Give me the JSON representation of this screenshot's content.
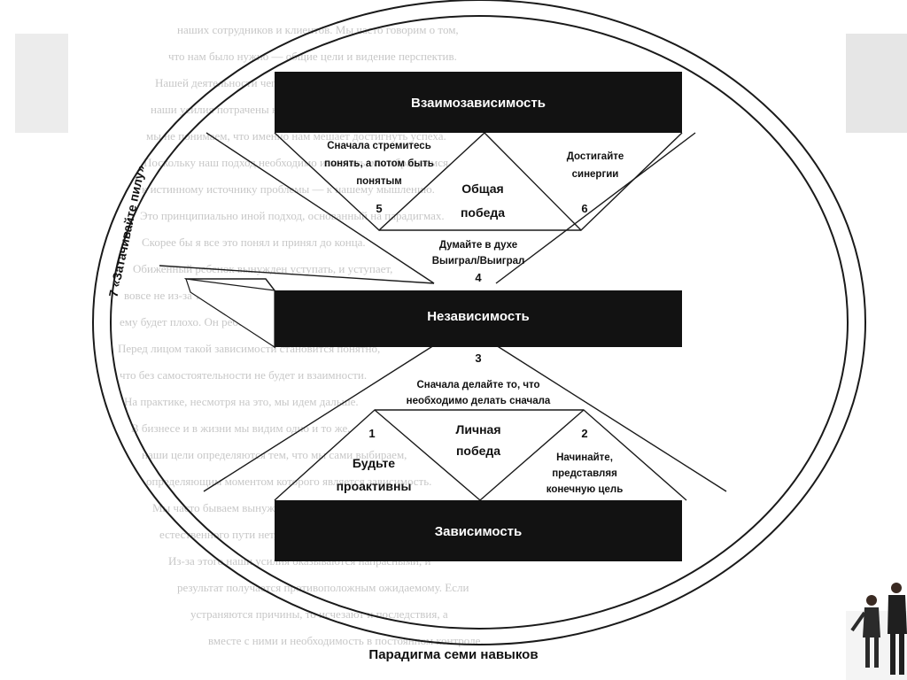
{
  "diagram": {
    "caption": "Парадигма семи навыков",
    "bars": {
      "interdependence": "Взаимозависимость",
      "independence": "Независимость",
      "dependence": "Зависимость"
    },
    "victories": {
      "public": [
        "Общая",
        "победа"
      ],
      "private": [
        "Личная",
        "победа"
      ]
    },
    "habits": {
      "h1": {
        "num": "1",
        "text": [
          "Будьте",
          "проактивны"
        ]
      },
      "h2": {
        "num": "2",
        "text": [
          "Начинайте,",
          "представляя",
          "конечную цель"
        ]
      },
      "h3": {
        "num": "3",
        "text": [
          "Сначала делайте то, что",
          "необходимо делать сначала"
        ]
      },
      "h4": {
        "num": "4",
        "text": [
          "Думайте в духе",
          "Выиграл/Выиграл"
        ]
      },
      "h5": {
        "num": "5",
        "text": [
          "Сначала стремитесь",
          "понять, а потом быть",
          "понятым"
        ]
      },
      "h6": {
        "num": "6",
        "text": [
          "Достигайте",
          "синергии"
        ]
      },
      "h7": {
        "text": "7 «Затачивайте пилу»"
      }
    }
  },
  "colors": {
    "bar": "#121212",
    "line": "#1a1a1a",
    "deco_gray": "#ececec"
  }
}
